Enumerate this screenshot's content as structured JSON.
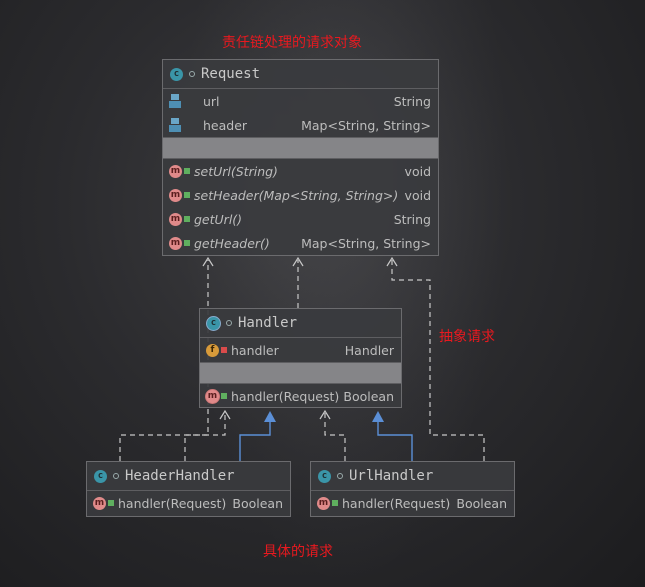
{
  "annotations": {
    "request_note": "责任链处理的请求对象",
    "abstract_note": "抽象请求",
    "concrete_note": "具体的请求"
  },
  "colors": {
    "annotation": "#e8191f",
    "implements_arrow": "#5b8fd6",
    "dependency_line": "#c8c8c8"
  },
  "request": {
    "name": "Request",
    "fields": [
      {
        "name": "url",
        "type": "String",
        "icon": "field-icon"
      },
      {
        "name": "header",
        "type": "Map<String, String>",
        "icon": "field-icon"
      }
    ],
    "methods": [
      {
        "name": "setUrl(String)",
        "type": "void"
      },
      {
        "name": "setHeader(Map<String, String>)",
        "type": "void"
      },
      {
        "name": "getUrl()",
        "type": "String"
      },
      {
        "name": "getHeader()",
        "type": "Map<String, String>"
      }
    ]
  },
  "handler": {
    "name": "Handler",
    "fields": [
      {
        "name": "handler",
        "type": "Handler"
      }
    ],
    "methods": [
      {
        "name": "handler(Request)",
        "type": "Boolean"
      }
    ]
  },
  "header_handler": {
    "name": "HeaderHandler",
    "methods": [
      {
        "name": "handler(Request)",
        "type": "Boolean"
      }
    ]
  },
  "url_handler": {
    "name": "UrlHandler",
    "methods": [
      {
        "name": "handler(Request)",
        "type": "Boolean"
      }
    ]
  }
}
